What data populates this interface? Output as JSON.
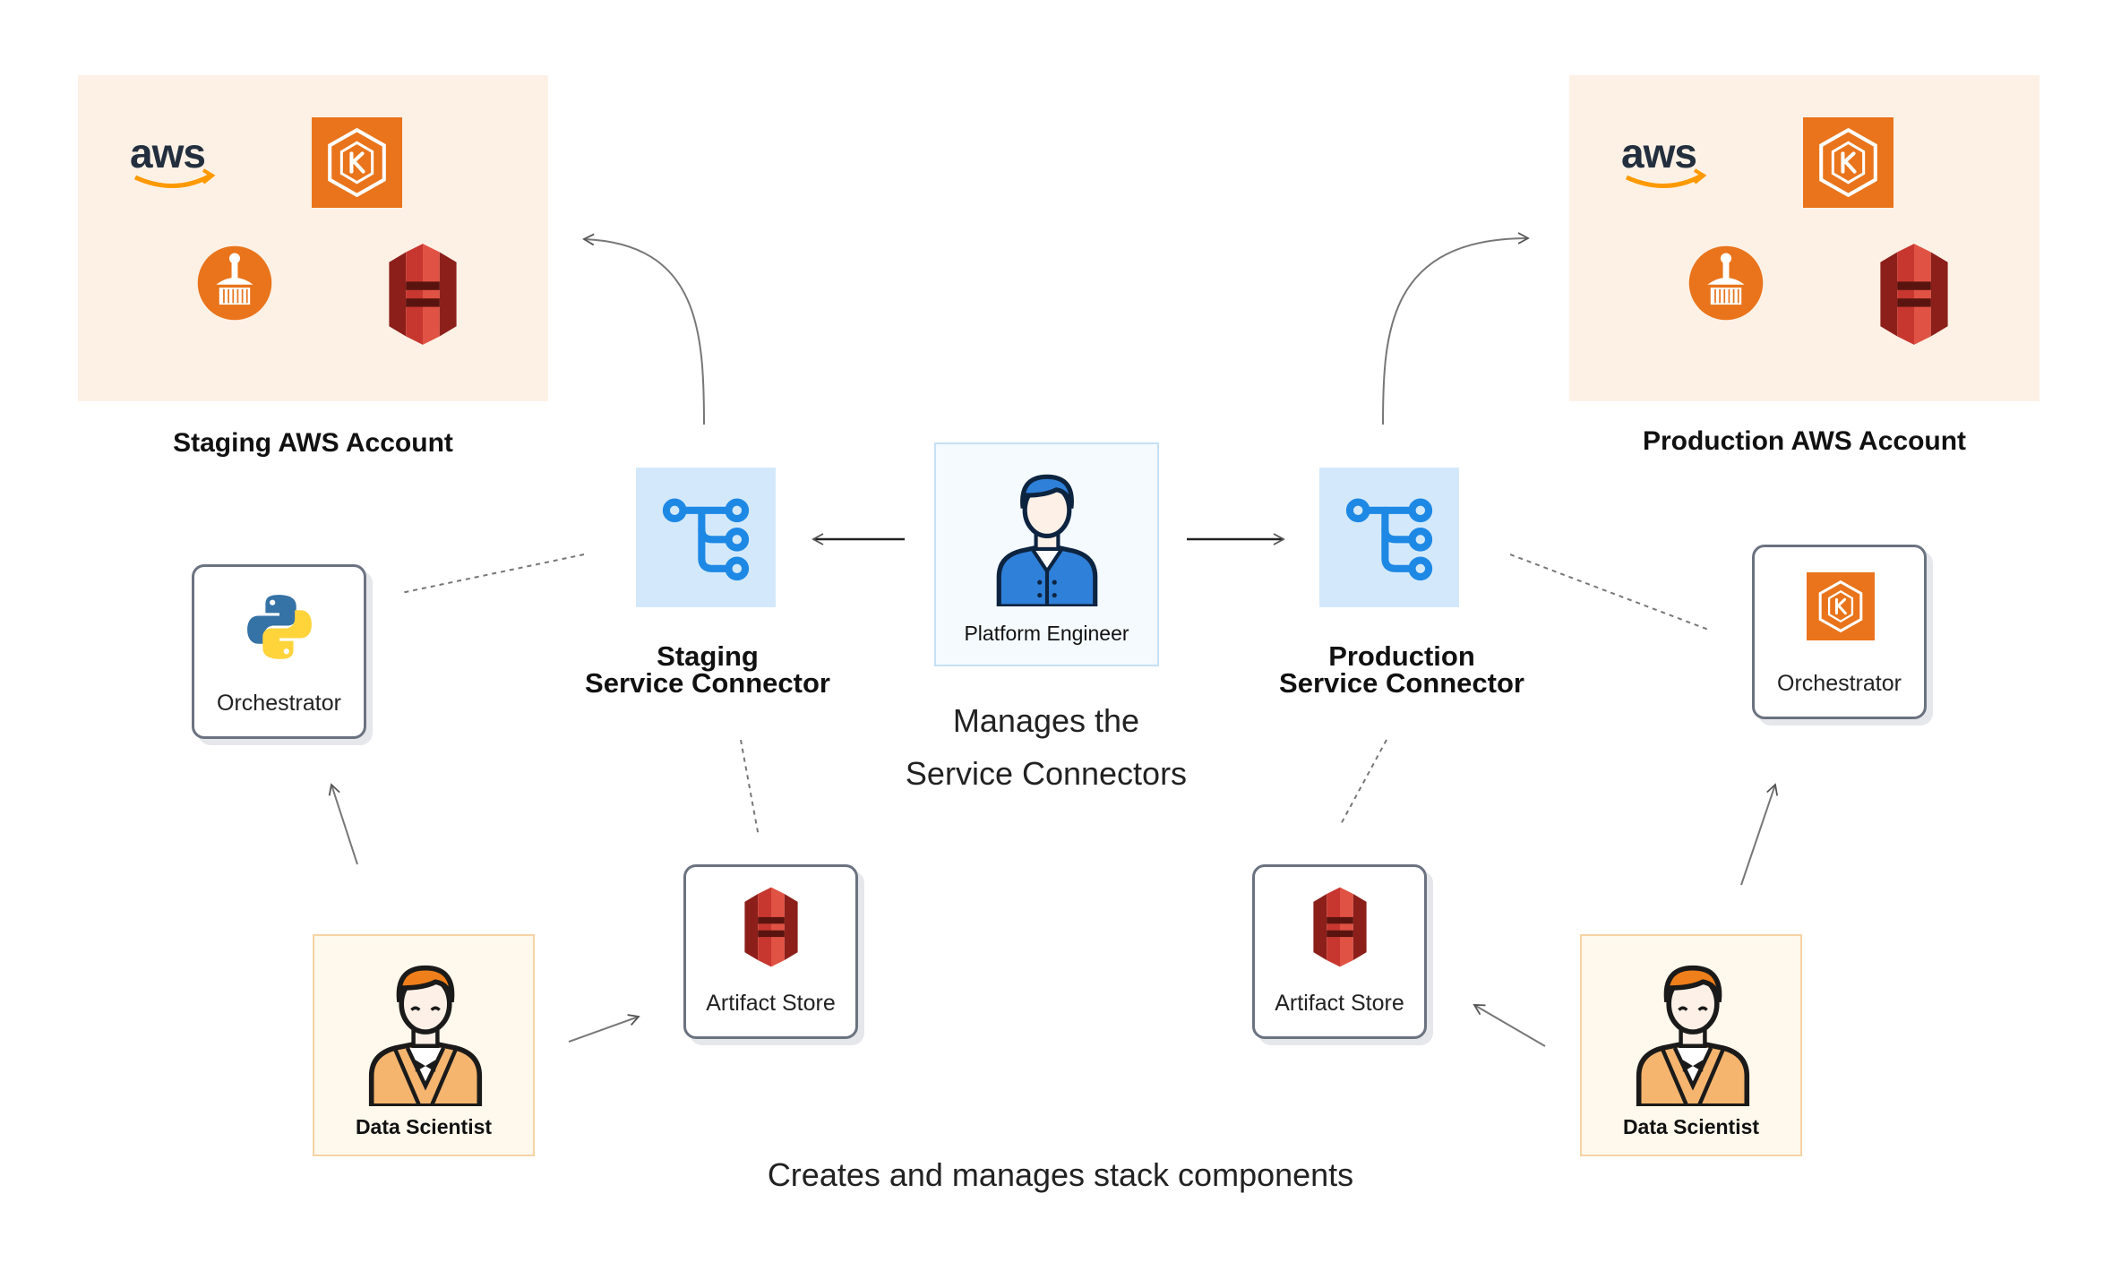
{
  "staging": {
    "account_caption": "Staging AWS Account",
    "aws_logo_text": "aws",
    "connector_line1": "Staging",
    "connector_line2": "Service Connector",
    "orchestrator_label": "Orchestrator",
    "artifact_store_label": "Artifact Store",
    "data_scientist_label": "Data Scientist"
  },
  "production": {
    "account_caption": "Production AWS Account",
    "aws_logo_text": "aws",
    "connector_line1": "Production",
    "connector_line2": "Service Connector",
    "orchestrator_label": "Orchestrator",
    "artifact_store_label": "Artifact Store",
    "data_scientist_label": "Data Scientist"
  },
  "platform_engineer": {
    "label": "Platform Engineer",
    "manages_line1": "Manages the",
    "manages_line2": "Service Connectors"
  },
  "footer_text": "Creates and manages stack components",
  "icons": {
    "aws": "aws-logo-icon",
    "eks": "kubernetes-eks-icon",
    "ecr": "container-registry-icon",
    "s3": "s3-bucket-icon",
    "connector": "service-connector-icon",
    "python": "python-icon",
    "engineer": "platform-engineer-avatar-icon",
    "scientist": "data-scientist-avatar-icon"
  },
  "colors": {
    "account_bg": "#fdf1e6",
    "connector_bg": "#d3e9fb",
    "connector_icon": "#1e88e5",
    "aws_orange": "#e9741b",
    "s3_red": "#c7372f",
    "scientist_bg": "#fff8ec",
    "scientist_border": "#f6d2a4"
  }
}
